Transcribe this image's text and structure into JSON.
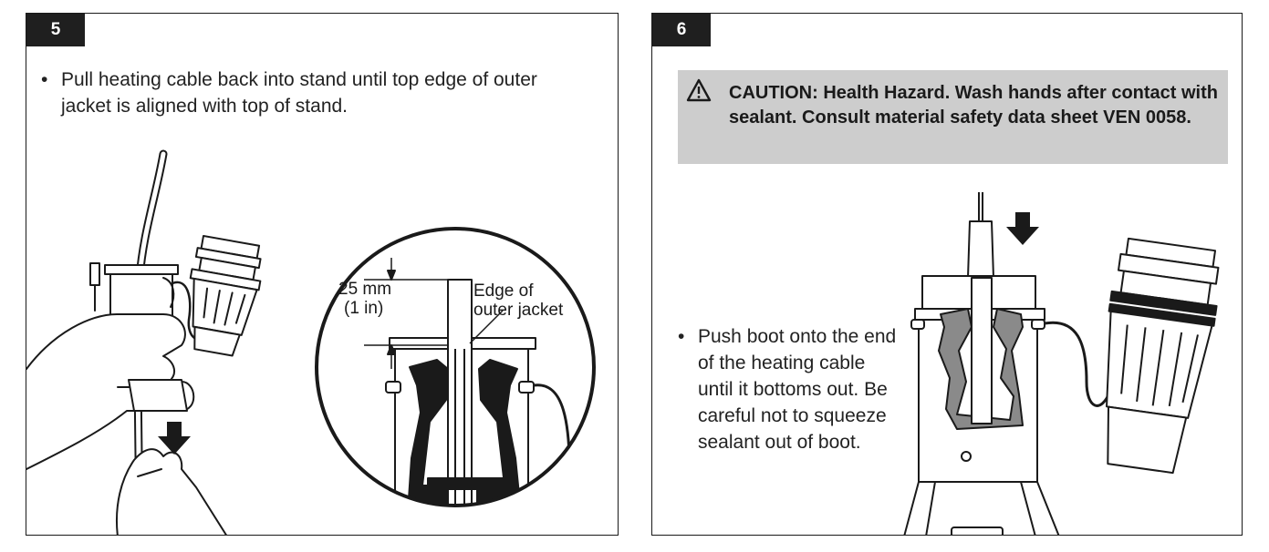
{
  "steps": [
    {
      "number": "5",
      "instruction": "Pull heating cable back into stand until top edge of outer jacket is aligned with top of stand.",
      "callout": {
        "measurement": "25 mm",
        "measurement_imperial": "(1 in)",
        "edge_label_line1": "Edge of",
        "edge_label_line2": "outer jacket"
      },
      "arrow": "down-arrow-icon"
    },
    {
      "number": "6",
      "caution": {
        "icon": "warning-triangle-icon",
        "text": "CAUTION: Health Hazard. Wash hands after contact with sealant. Consult material safety data sheet VEN 0058."
      },
      "instruction": "Push boot onto the end of the heating cable until it bottoms out. Be careful not to squeeze sealant out of boot.",
      "arrow": "down-arrow-icon"
    }
  ],
  "colors": {
    "ink": "#1a1a1a",
    "caution_bg": "#cdcdcd",
    "sealant_gray": "#8a8a8a",
    "step_badge": "#1f1f1f"
  }
}
